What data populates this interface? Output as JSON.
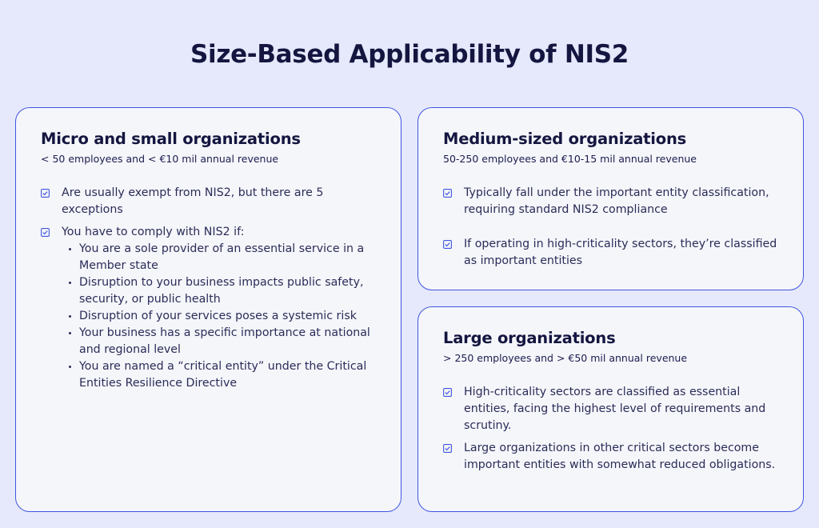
{
  "page": {
    "title": "Size-Based Applicability of NIS2"
  },
  "colors": {
    "background": "#e6e9fb",
    "card_background": "#f5f6fa",
    "card_border": "#3f55e0",
    "title_text": "#141640",
    "check_icon": "#3f55e0"
  },
  "cards": {
    "micro": {
      "title": "Micro and small organizations",
      "subtitle": "< 50 employees and < €10 mil annual revenue",
      "items": [
        {
          "icon": "checkbox-checked-icon",
          "text": "Are usually exempt from NIS2, but there are 5 exceptions"
        },
        {
          "icon": "checkbox-checked-icon",
          "text": "You have to comply with NIS2 if:",
          "subitems": [
            "You are a sole provider of an essential service in a Member state",
            "Disruption to your business impacts public safety, security, or public health",
            "Disruption of your services poses a systemic risk",
            "Your business has a specific importance at national and regional level",
            "You are named a “critical entity” under the Critical Entities Resilience Directive"
          ]
        }
      ]
    },
    "medium": {
      "title": "Medium-sized organizations",
      "subtitle": "50-250 employees and €10-15 mil annual revenue",
      "items": [
        {
          "icon": "checkbox-checked-icon",
          "text": "Typically fall under the important entity classification, requiring standard NIS2 compliance"
        },
        {
          "icon": "checkbox-checked-icon",
          "text": "If operating in high-criticality sectors, they’re classified as important entities"
        }
      ]
    },
    "large": {
      "title": "Large organizations",
      "subtitle": "> 250 employees and > €50 mil annual revenue",
      "items": [
        {
          "icon": "checkbox-checked-icon",
          "text": "High-criticality sectors are classified as essential entities, facing the highest level of requirements and scrutiny."
        },
        {
          "icon": "checkbox-checked-icon",
          "text": "Large organizations in other critical sectors become important entities with somewhat reduced obligations."
        }
      ]
    }
  }
}
